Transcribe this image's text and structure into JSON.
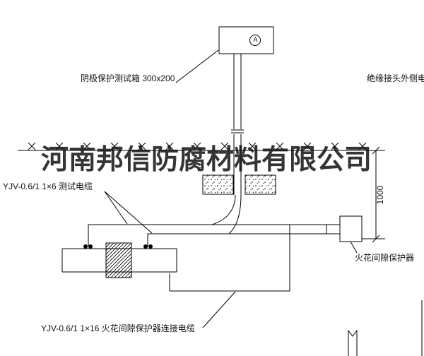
{
  "watermark": {
    "text": "河南邦信防腐材料有限公司"
  },
  "test_box": {
    "label": "阴极保护测试箱 300x200",
    "meter": "A"
  },
  "cables": {
    "insulated_joint_side": "绝缘接头外侧电缆",
    "test_cable": "YJV-0.6/1  1×6   测试电缆",
    "protector_cable": "YJV-0.6/1  1×16   火花间隙保护器连接电缆"
  },
  "protector": {
    "label": "火花间隙保护器"
  },
  "dimension": {
    "depth": "1000"
  },
  "colors": {
    "line": "#000000",
    "background": "#ffffff",
    "watermark": "#121212"
  }
}
